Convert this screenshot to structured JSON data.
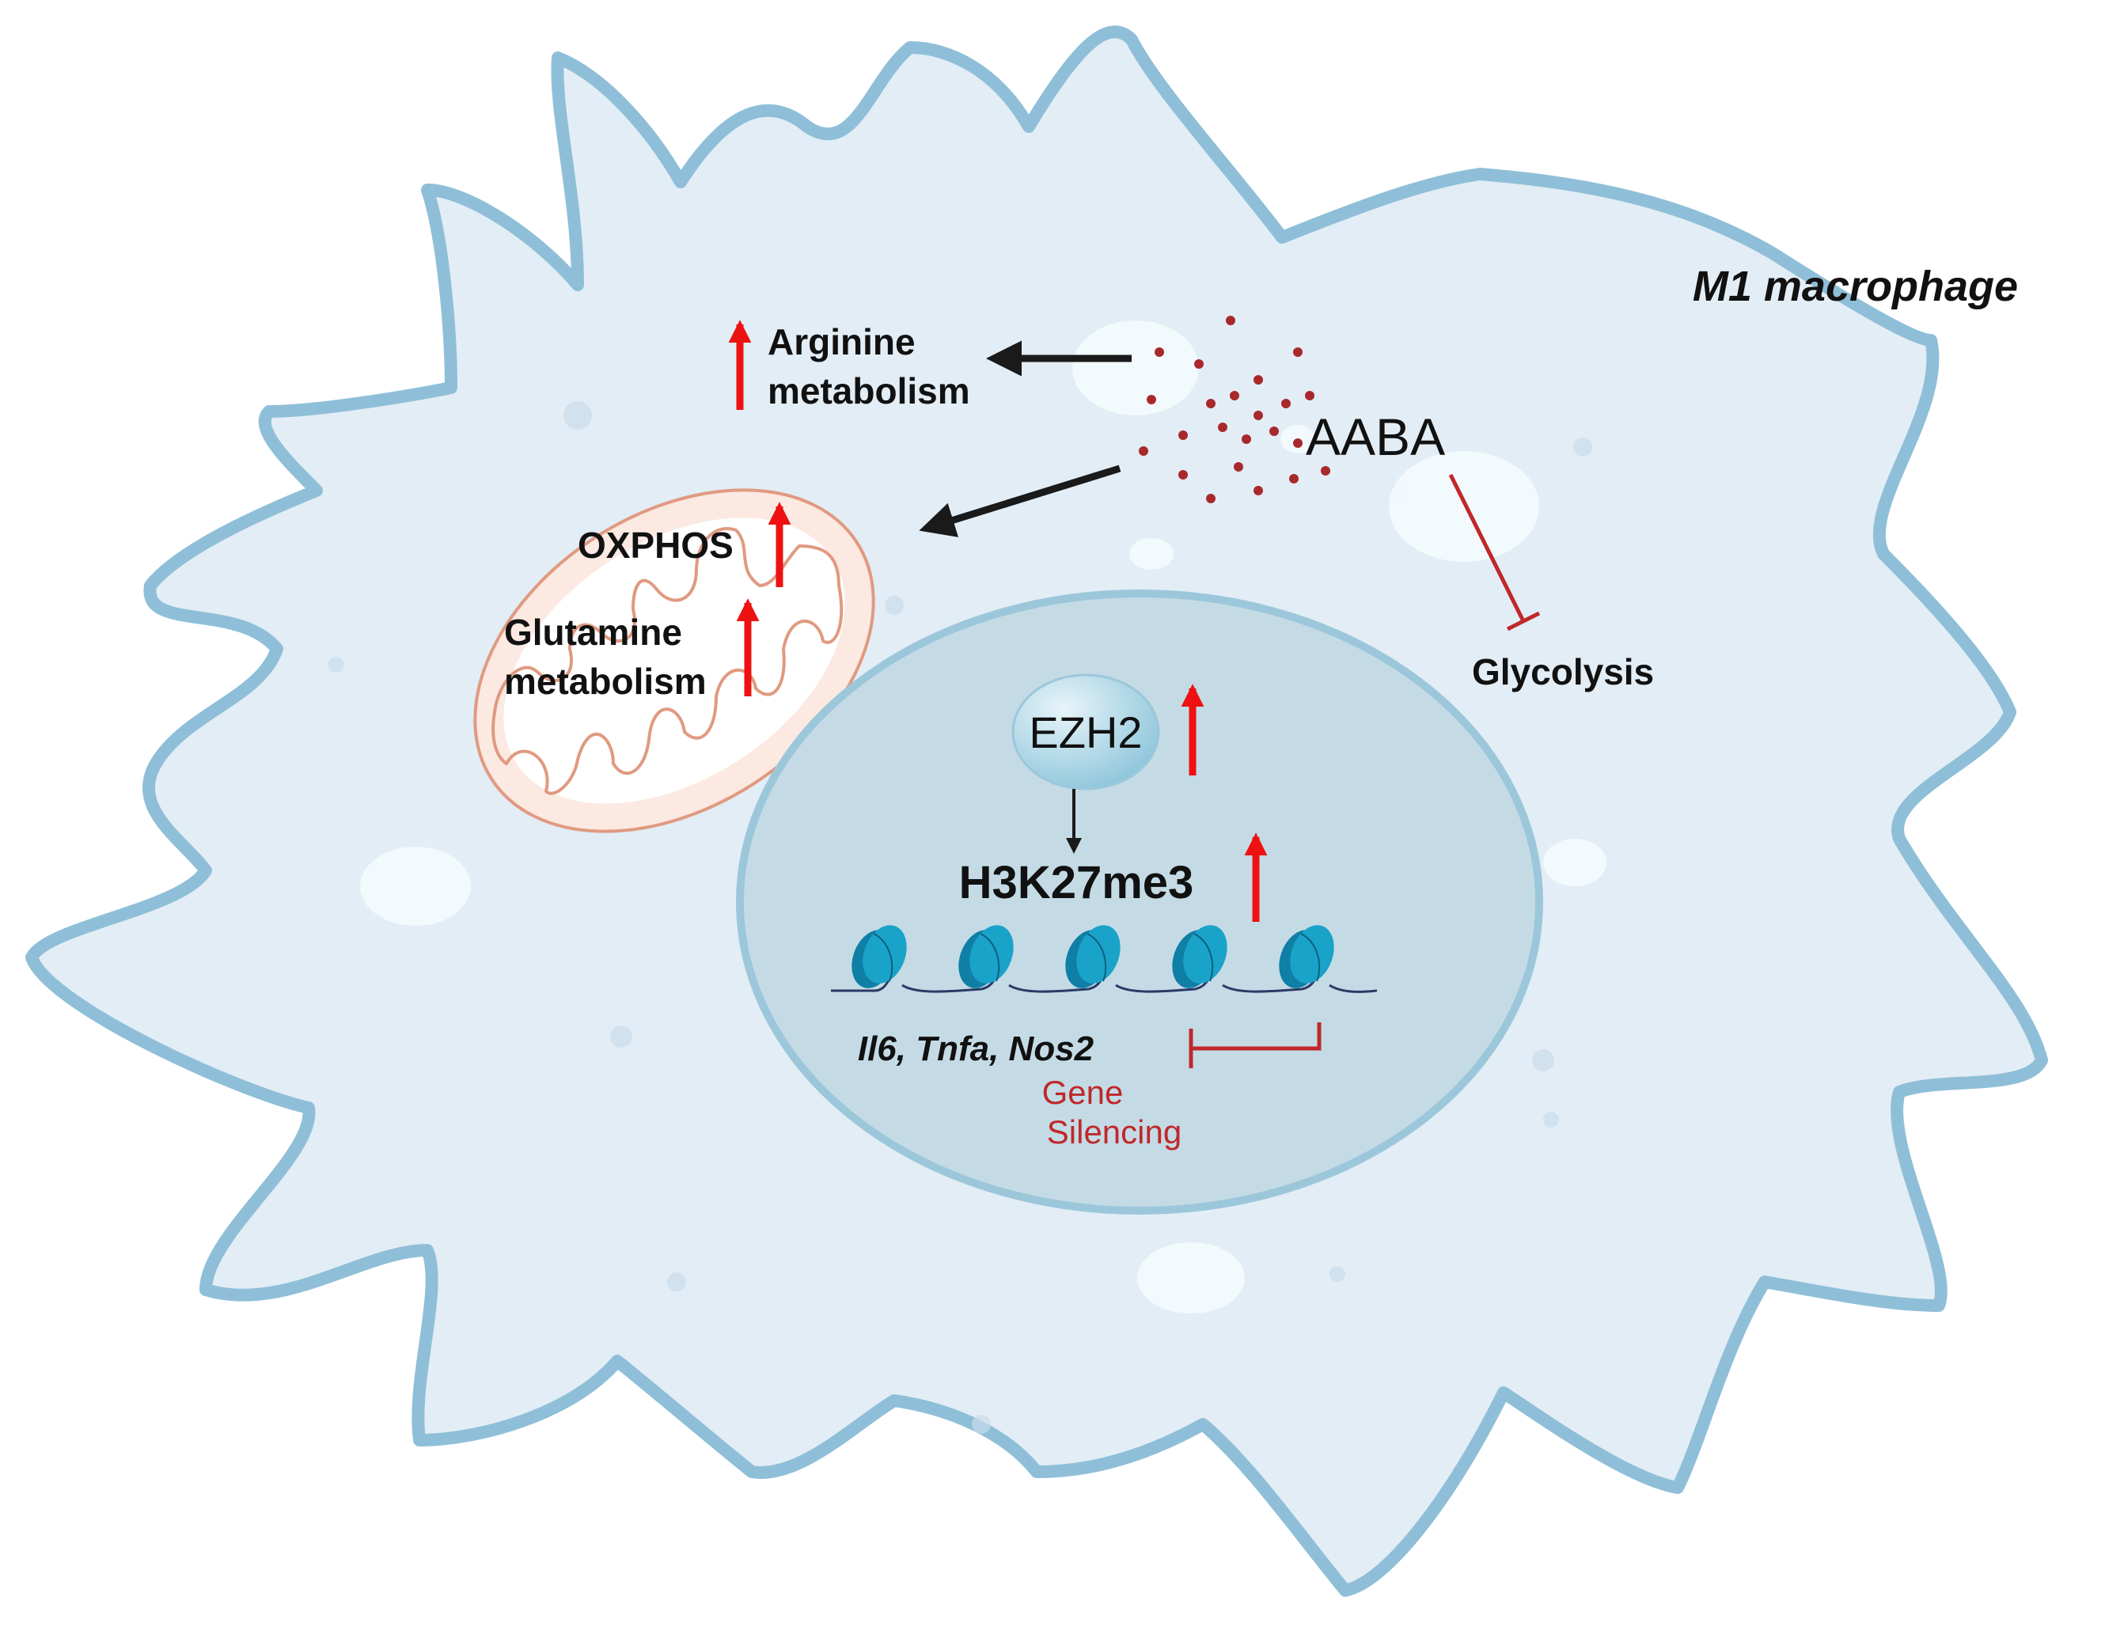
{
  "title": "M1 macrophage",
  "compound": "AABA",
  "labels": {
    "arginine_line1": "Arginine",
    "arginine_line2": "metabolism",
    "oxphos": "OXPHOS",
    "glutamine_line1": "Glutamine",
    "glutamine_line2": "metabolism",
    "glycolysis": "Glycolysis",
    "ezh2": "EZH2",
    "h3k27me3": "H3K27me3",
    "genes": "Il6, Tnfa, Nos2",
    "silencing_line1": "Gene",
    "silencing_line2": "Silencing"
  },
  "colors": {
    "cell_fill": "#e3edf5",
    "cell_outline": "#8fbfd8",
    "nucleus_fill": "#c4dbe6",
    "nucleus_outline": "#9cc7db",
    "mito_outline": "#e09a80",
    "up_arrow": "#ee1111",
    "inhibit": "#c0282a",
    "black_arrow": "#1a1a1a",
    "nucleosome": "#1aa3c9",
    "dots": "#a8292c"
  }
}
